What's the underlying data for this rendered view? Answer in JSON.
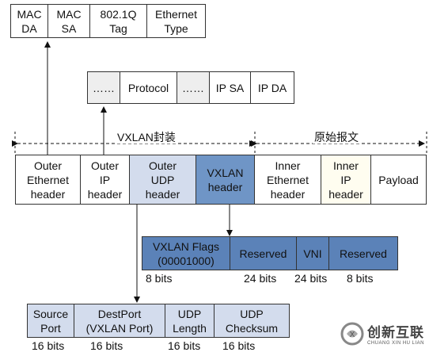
{
  "ethernet_header_fields": [
    {
      "label": "MAC\nDA"
    },
    {
      "label": "MAC\nSA"
    },
    {
      "label": "802.1Q\nTag"
    },
    {
      "label": "Ethernet\nType"
    }
  ],
  "ip_header_fields": [
    {
      "label": "……"
    },
    {
      "label": "Protocol"
    },
    {
      "label": "……"
    },
    {
      "label": "IP SA"
    },
    {
      "label": "IP DA"
    }
  ],
  "section_labels": {
    "vxlan_encap": "VXLAN封装",
    "original_frame": "原始报文"
  },
  "packet_fields": [
    {
      "label": "Outer\nEthernet\nheader"
    },
    {
      "label": "Outer\nIP\nheader"
    },
    {
      "label": "Outer\nUDP\nheader"
    },
    {
      "label": "VXLAN\nheader"
    },
    {
      "label": "Inner\nEthernet\nheader"
    },
    {
      "label": "Inner\nIP\nheader"
    },
    {
      "label": "Payload"
    }
  ],
  "vxlan_header_fields": [
    {
      "label": "VXLAN Flags\n(00001000)",
      "bits": "8 bits"
    },
    {
      "label": "Reserved",
      "bits": "24 bits"
    },
    {
      "label": "VNI",
      "bits": "24 bits"
    },
    {
      "label": "Reserved",
      "bits": "8 bits"
    }
  ],
  "udp_header_fields": [
    {
      "label": "Source\nPort",
      "bits": "16 bits"
    },
    {
      "label": "DestPort\n(VXLAN Port)",
      "bits": "16 bits"
    },
    {
      "label": "UDP\nLength",
      "bits": "16 bits"
    },
    {
      "label": "UDP\nChecksum",
      "bits": "16 bits"
    }
  ],
  "watermark": {
    "text": "创新互联",
    "subtext": "CHUANG XIN HU LIAN"
  }
}
